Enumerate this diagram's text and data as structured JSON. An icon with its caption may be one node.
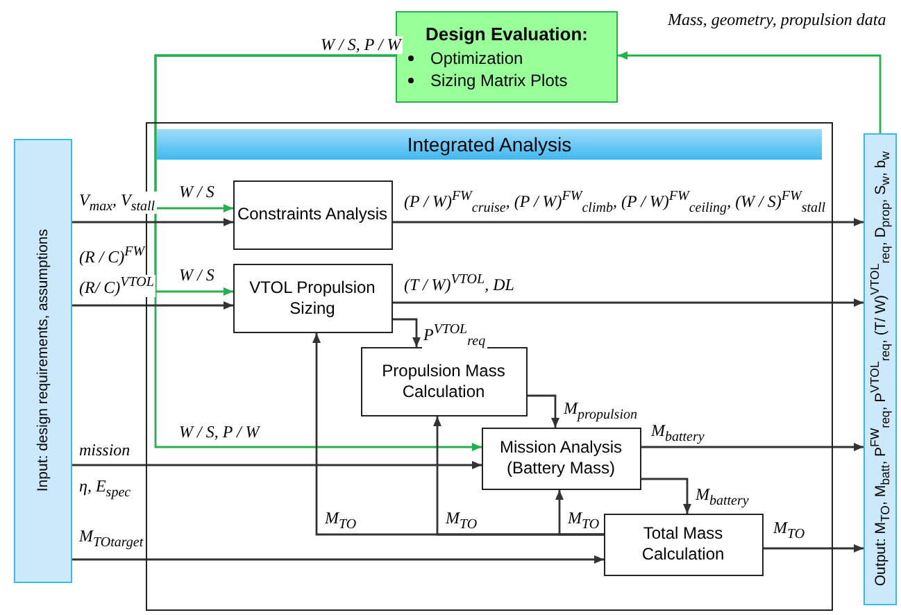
{
  "diagram": {
    "nodes": [
      {
        "text": [
          "Design Evaluation:",
          "Optimization",
          "Sizing Matrix Plots"
        ]
      },
      {
        "text": [
          "Integrated Analysis"
        ]
      },
      {
        "text": [
          "Input: design requirements, assumptions"
        ]
      },
      {
        "text": [
          "Constraints Analysis"
        ],
        "in": 1
      },
      {
        "text": [
          "VTOL Propulsion Sizing"
        ],
        "in": 1
      },
      {
        "text": [
          "Propulsion Mass Calculation"
        ],
        "in": 1
      },
      {
        "text": [
          "Mission Analysis (Battery Mass)"
        ],
        "in": 1
      },
      {
        "text": [
          "Total Mass Calculation"
        ],
        "in": 1
      },
      {
        "text": [
          "Output: M$_{TO}$, M$_{batt}$, P$^{FW}$$_{req}$, P$^{VTOL}$$_{req}$, (T/ W)$^{VTOL}$$_{req}$, D$_{prop}$, S$_{w}$, b$_{w}$"
        ]
      }
    ],
    "edges": [
      {
        "from": 8,
        "to": 0,
        "arrow": "to",
        "label": "Mass, geometry, propulsion data",
        "color": "#22b14c"
      },
      {
        "from": 0,
        "to": 3,
        "arrow": "to",
        "label": "W / S",
        "color": "#22b14c"
      },
      {
        "from": 0,
        "to": 4,
        "arrow": "to",
        "label": "W / S",
        "color": "#22b14c"
      },
      {
        "from": 0,
        "to": 6,
        "arrow": "to",
        "label": "W / S, P / W",
        "color": "#22b14c"
      },
      {
        "from": 2,
        "to": 3,
        "arrow": "to",
        "label": "V$_{max}$, V$_{stall}$"
      },
      {
        "from": 2,
        "to": 4,
        "arrow": "to",
        "label": "(R/ C)$^{VTOL}$"
      },
      {
        "from": 2,
        "to": 6,
        "arrow": "to",
        "label": "mission"
      },
      {
        "from": 2,
        "to": 7,
        "arrow": "to",
        "label": "M$_{TO}$$_{target}$"
      },
      {
        "from": 3,
        "to": 8,
        "arrow": "to",
        "label": "(P / W)$^{FW}$$_{cruise}$, (P / W)$^{FW}$$_{climb}$, (P / W)$^{FW}$$_{ceiling}$, (W / S)$^{FW}$$_{stall}$"
      },
      {
        "from": 4,
        "to": 8,
        "arrow": "to",
        "label": "(T / W)$^{VTOL}$, DL"
      },
      {
        "from": 4,
        "to": 5,
        "arrow": "to",
        "label": "P$^{VTOL}$$_{req}$"
      },
      {
        "from": 5,
        "to": 6,
        "arrow": "to",
        "label": "M$_{propulsion}$"
      },
      {
        "from": 6,
        "to": 8,
        "arrow": "to",
        "label": "M$_{battery}$"
      },
      {
        "from": 6,
        "to": 7,
        "arrow": "to",
        "label": "M$_{battery}$"
      },
      {
        "from": 7,
        "to": 8,
        "arrow": "to",
        "label": "M$_{TO}$"
      },
      {
        "from": 7,
        "to": 4,
        "arrow": "to",
        "label": "M$_{TO}$"
      },
      {
        "from": 7,
        "to": 5,
        "arrow": "to",
        "label": "M$_{TO}$"
      },
      {
        "from": 7,
        "to": 6,
        "arrow": "to",
        "label": "M$_{TO}$"
      }
    ],
    "labels": [
      "W / S, P / W",
      "(R / C)$^{FW}$",
      "η, E$_{spec}$"
    ]
  }
}
